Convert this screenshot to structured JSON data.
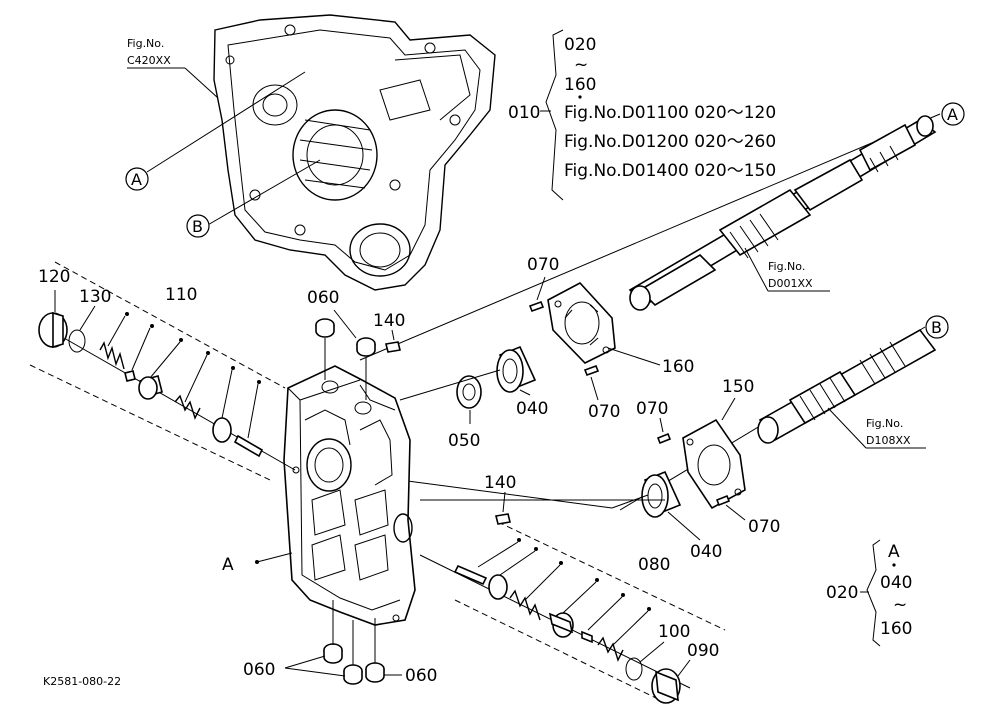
{
  "figure_code": "K2581-080-22",
  "ref_figs": {
    "top": {
      "prefix": "Fig.No.",
      "code": "C420XX"
    },
    "shaft_a": {
      "prefix": "Fig.No.",
      "code": "D001XX"
    },
    "shaft_b": {
      "prefix": "Fig.No.",
      "code": "D108XX"
    }
  },
  "circle_refs": {
    "a_left": "A",
    "b_left": "B",
    "a_right": "A",
    "b_right": "B"
  },
  "body_label": "A",
  "bracket_top": {
    "callout": "010",
    "range_start": "020",
    "tilde": "~",
    "range_end": "160",
    "rows": [
      "Fig.No.D01100  020～120",
      "Fig.No.D01200  020～260",
      "Fig.No.D01400  020～150"
    ]
  },
  "bracket_bottom": {
    "callout": "020",
    "first": "A",
    "mid": "040",
    "tilde": "~",
    "last": "160"
  },
  "callouts": {
    "p120": "120",
    "p130": "130",
    "p110": "110",
    "p060_top": "060",
    "p140_top": "140",
    "p070_top": "070",
    "p160": "160",
    "p070_mid": "070",
    "p040_top": "040",
    "p050": "050",
    "p150": "150",
    "p070_right": "070",
    "p070_right2": "070",
    "p040_bottom": "040",
    "p140_bottom": "140",
    "p080": "080",
    "p100": "100",
    "p090": "090",
    "p060_bl": "060",
    "p060_br": "060"
  }
}
